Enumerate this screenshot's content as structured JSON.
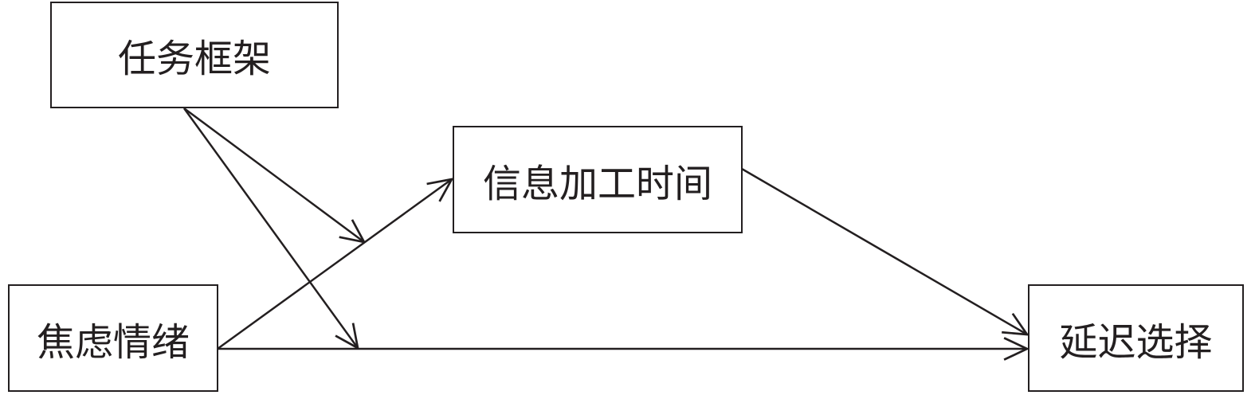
{
  "nodes": {
    "task_frame": "任务框架",
    "info_processing_time": "信息加工时间",
    "anxiety": "焦虑情绪",
    "delay_choice": "延迟选择"
  },
  "colors": {
    "stroke": "#231f20",
    "background": "#ffffff"
  }
}
